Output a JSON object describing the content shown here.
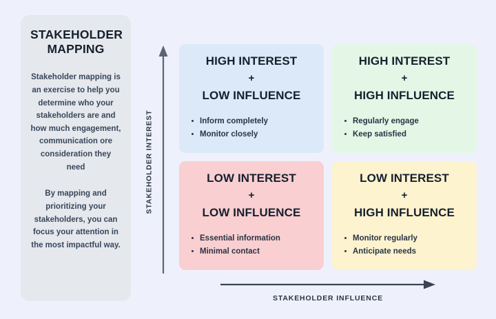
{
  "page": {
    "background_color": "#eef1fb",
    "diagram_name": "Stakeholder Mapping Matrix"
  },
  "sidebar": {
    "title": "STAKEHOLDER MAPPING",
    "background_color": "#e5e8ec",
    "paragraphs": [
      "Stakeholder mapping is an exercise to help you determine who your stakeholders are and how much engagement, communication ore consideration they need",
      "By mapping and prioritizing your stakeholders, you can focus your attention in the most impactful way."
    ]
  },
  "axes": {
    "y": {
      "label": "STAKEHOLDER INTEREST",
      "direction": "up",
      "arrow_icon": "arrow-up-icon",
      "color": "#5c6479"
    },
    "x": {
      "label": "STAKEHOLDER INFLUENCE",
      "direction": "right",
      "arrow_icon": "arrow-right-icon",
      "color": "#3c4455"
    }
  },
  "quadrants": [
    {
      "id": "top-left",
      "line1": "HIGH INTEREST",
      "plus": "+",
      "line2": "LOW INFLUENCE",
      "bullets": [
        "Inform completely",
        "Monitor closely"
      ],
      "color": "#dce9f8"
    },
    {
      "id": "top-right",
      "line1": "HIGH INTEREST",
      "plus": "+",
      "line2": "HIGH INFLUENCE",
      "bullets": [
        "Regularly engage",
        "Keep satisfied"
      ],
      "color": "#e4f7e6"
    },
    {
      "id": "bottom-left",
      "line1": "LOW INTEREST",
      "plus": "+",
      "line2": "LOW INFLUENCE",
      "bullets": [
        "Essential information",
        "Minimal contact"
      ],
      "color": "#f9cfd1"
    },
    {
      "id": "bottom-right",
      "line1": "LOW INTEREST",
      "plus": "+",
      "line2": "HIGH INFLUENCE",
      "bullets": [
        "Monitor regularly",
        "Anticipate needs"
      ],
      "color": "#fdf3cf"
    }
  ]
}
